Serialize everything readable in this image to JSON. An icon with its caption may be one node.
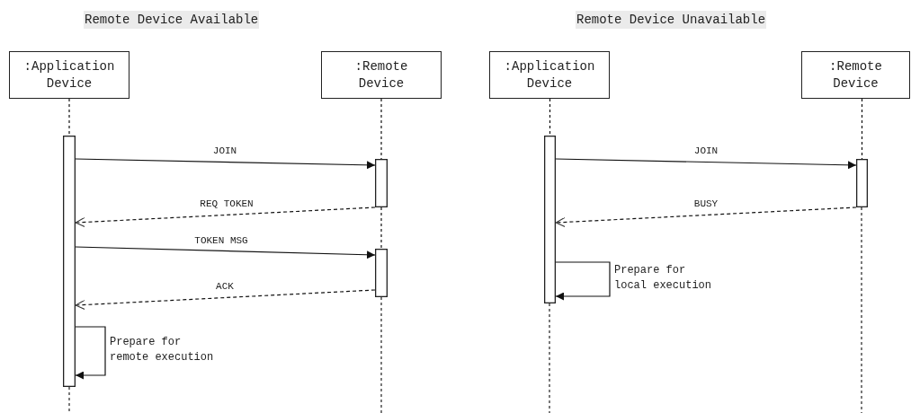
{
  "diagram": {
    "nodes": [
      {
        "text": [
          ":Application Device"
        ]
      },
      {
        "text": [
          ":Remote Device"
        ]
      },
      {
        "text": [],
        "shape": "bar"
      },
      {
        "text": [],
        "shape": "bar"
      },
      {
        "text": [],
        "shape": "bar"
      },
      {
        "text": [
          ":Application Device"
        ]
      },
      {
        "text": [
          ":Remote Device"
        ]
      },
      {
        "text": [],
        "shape": "bar"
      },
      {
        "text": [],
        "shape": "bar"
      }
    ],
    "edges": [
      {
        "from": 0,
        "to": 2,
        "arrow": "none",
        "style": "dashed"
      },
      {
        "from": 1,
        "to": 3,
        "arrow": "none",
        "style": "dashed"
      },
      {
        "from": 3,
        "to": 4,
        "arrow": "none",
        "style": "dashed"
      },
      {
        "from": 2,
        "to": 3,
        "arrow": "to",
        "label": "JOIN"
      },
      {
        "from": 3,
        "to": 2,
        "arrow": "to",
        "label": "REQ TOKEN",
        "style": "dashed"
      },
      {
        "from": 2,
        "to": 4,
        "arrow": "to",
        "label": "TOKEN MSG"
      },
      {
        "from": 4,
        "to": 2,
        "arrow": "to",
        "label": "ACK",
        "style": "dashed"
      },
      {
        "from": 2,
        "to": 2,
        "arrow": "to",
        "label": "Prepare for remote execution"
      },
      {
        "from": 5,
        "to": 7,
        "arrow": "none",
        "style": "dashed"
      },
      {
        "from": 6,
        "to": 8,
        "arrow": "none",
        "style": "dashed"
      },
      {
        "from": 7,
        "to": 8,
        "arrow": "to",
        "label": "JOIN"
      },
      {
        "from": 8,
        "to": 7,
        "arrow": "to",
        "label": "BUSY",
        "style": "dashed"
      },
      {
        "from": 7,
        "to": 7,
        "arrow": "to",
        "label": "Prepare for local execution"
      }
    ],
    "labels": [
      "Remote Device Available",
      "Remote Device Unavailable"
    ]
  }
}
